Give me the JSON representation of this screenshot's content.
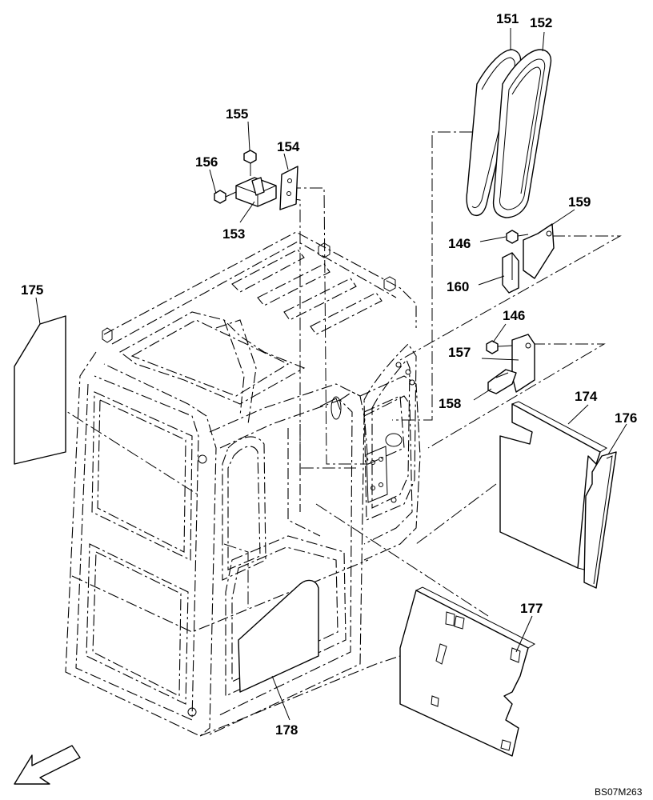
{
  "drawing_code": "BS07M263",
  "callouts": [
    {
      "id": "151",
      "text": "151"
    },
    {
      "id": "152",
      "text": "152"
    },
    {
      "id": "155",
      "text": "155"
    },
    {
      "id": "154",
      "text": "154"
    },
    {
      "id": "156",
      "text": "156"
    },
    {
      "id": "153",
      "text": "153"
    },
    {
      "id": "159",
      "text": "159"
    },
    {
      "id": "146a",
      "text": "146"
    },
    {
      "id": "160",
      "text": "160"
    },
    {
      "id": "146b",
      "text": "146"
    },
    {
      "id": "157",
      "text": "157"
    },
    {
      "id": "158",
      "text": "158"
    },
    {
      "id": "175",
      "text": "175"
    },
    {
      "id": "174",
      "text": "174"
    },
    {
      "id": "176",
      "text": "176"
    },
    {
      "id": "177",
      "text": "177"
    },
    {
      "id": "178",
      "text": "178"
    }
  ]
}
